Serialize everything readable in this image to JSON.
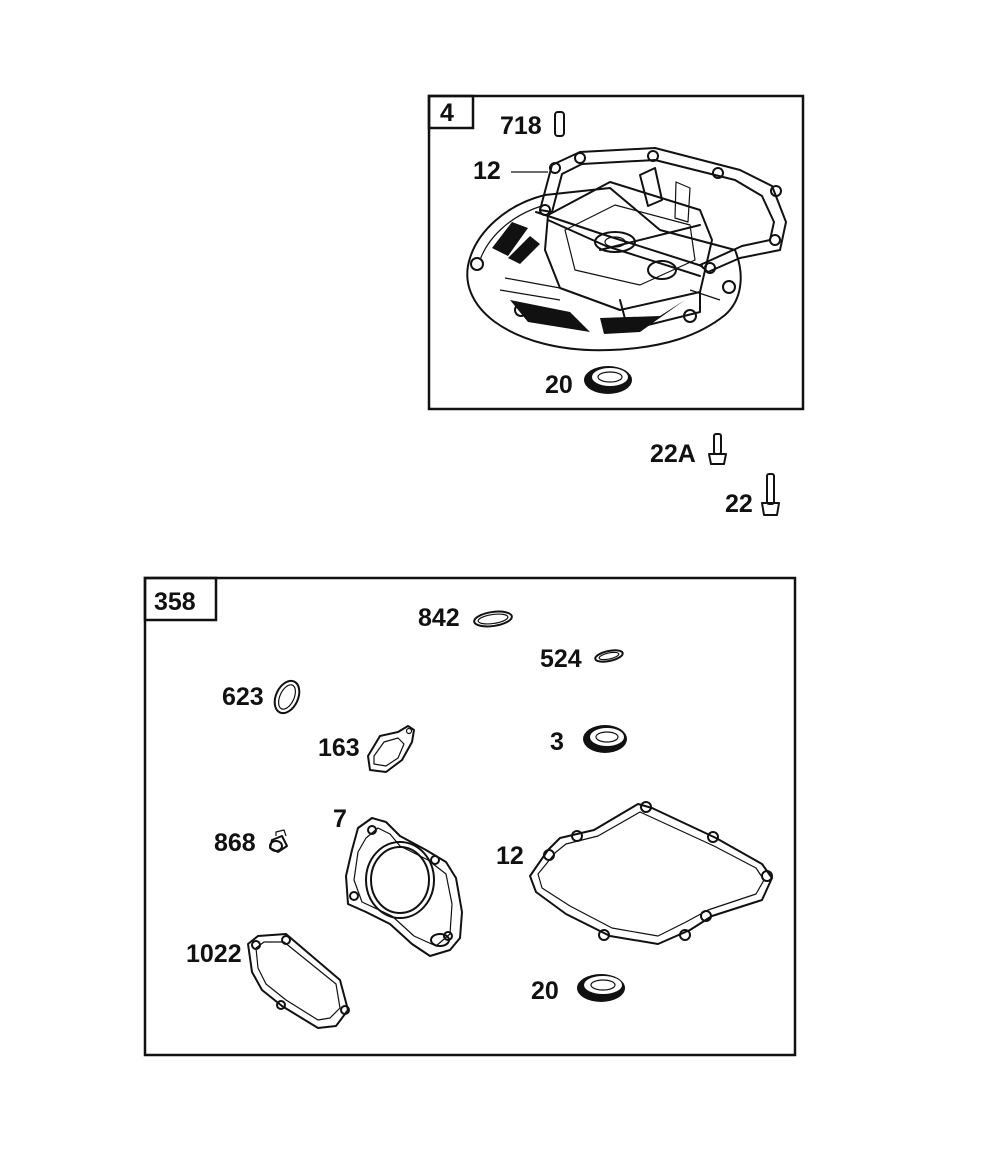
{
  "kit_top": {
    "id": "4",
    "labels": {
      "pin": "718",
      "gasket": "12",
      "seal": "20"
    }
  },
  "bolts": {
    "short": "22A",
    "long": "22"
  },
  "kit_gasket": {
    "id": "358",
    "labels": {
      "oring_842": "842",
      "oring_524": "524",
      "oring_623": "623",
      "gasket_163": "163",
      "seal_3": "3",
      "head_gasket": "7",
      "plug_868": "868",
      "sump_gasket": "12",
      "cover_gasket": "1022",
      "seal_20": "20"
    }
  },
  "colors": {
    "ink": "#111111",
    "background": "#ffffff"
  }
}
